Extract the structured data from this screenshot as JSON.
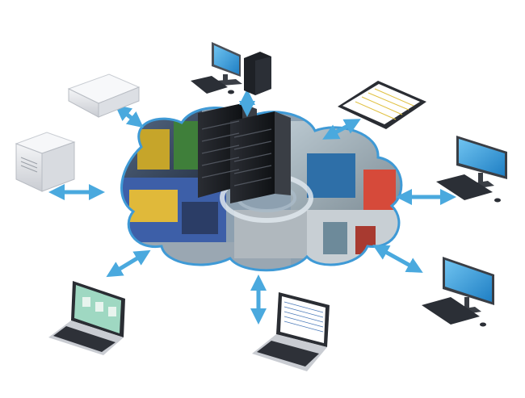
{
  "diagram": {
    "center": {
      "kind": "cloud",
      "contents": [
        "server-rack",
        "factory-photo-collage"
      ],
      "accent_color": "#3f9ad6"
    },
    "arrow_color": "#4aa9de",
    "devices": [
      {
        "id": "desktop-tower-monitor",
        "icon": "desktop-computer-icon"
      },
      {
        "id": "tablet",
        "icon": "tablet-icon"
      },
      {
        "id": "monitor-right-upper",
        "icon": "monitor-icon"
      },
      {
        "id": "monitor-right-lower",
        "icon": "monitor-icon"
      },
      {
        "id": "laptop-bottom",
        "icon": "laptop-icon"
      },
      {
        "id": "laptop-bottom-left",
        "icon": "laptop-icon"
      },
      {
        "id": "tower-server-left",
        "icon": "tower-server-icon"
      },
      {
        "id": "rack-server-box",
        "icon": "server-box-icon"
      }
    ]
  }
}
